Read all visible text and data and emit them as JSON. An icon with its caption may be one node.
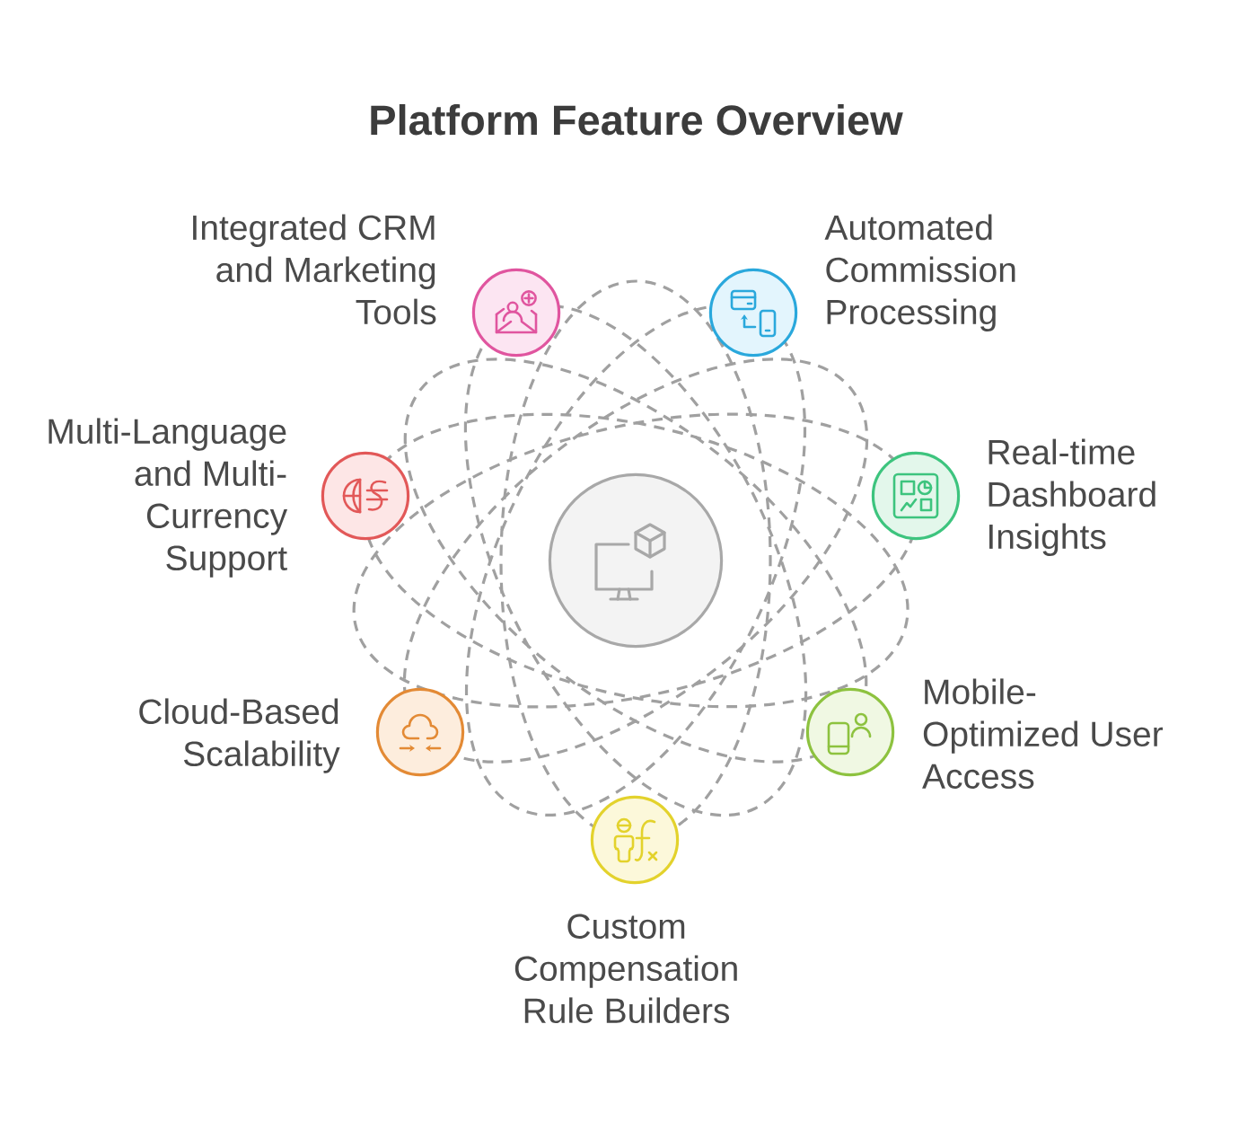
{
  "diagram": {
    "title": "Platform Feature Overview",
    "nodes": [
      {
        "text": [
          "Integrated CRM and Marketing Tools"
        ]
      },
      {
        "text": [
          "Automated Commission Processing"
        ]
      },
      {
        "text": [
          "Multi-Language and Multi-Currency Support"
        ]
      },
      {
        "text": [],
        "shape": "circle"
      },
      {
        "text": [
          "Real-time Dashboard Insights"
        ]
      },
      {
        "text": [
          "Cloud-Based Scalability"
        ]
      },
      {
        "text": [
          "Mobile-Optimized User Access"
        ]
      },
      {
        "text": [
          "Custom Compensation Rule Builders"
        ]
      }
    ]
  }
}
